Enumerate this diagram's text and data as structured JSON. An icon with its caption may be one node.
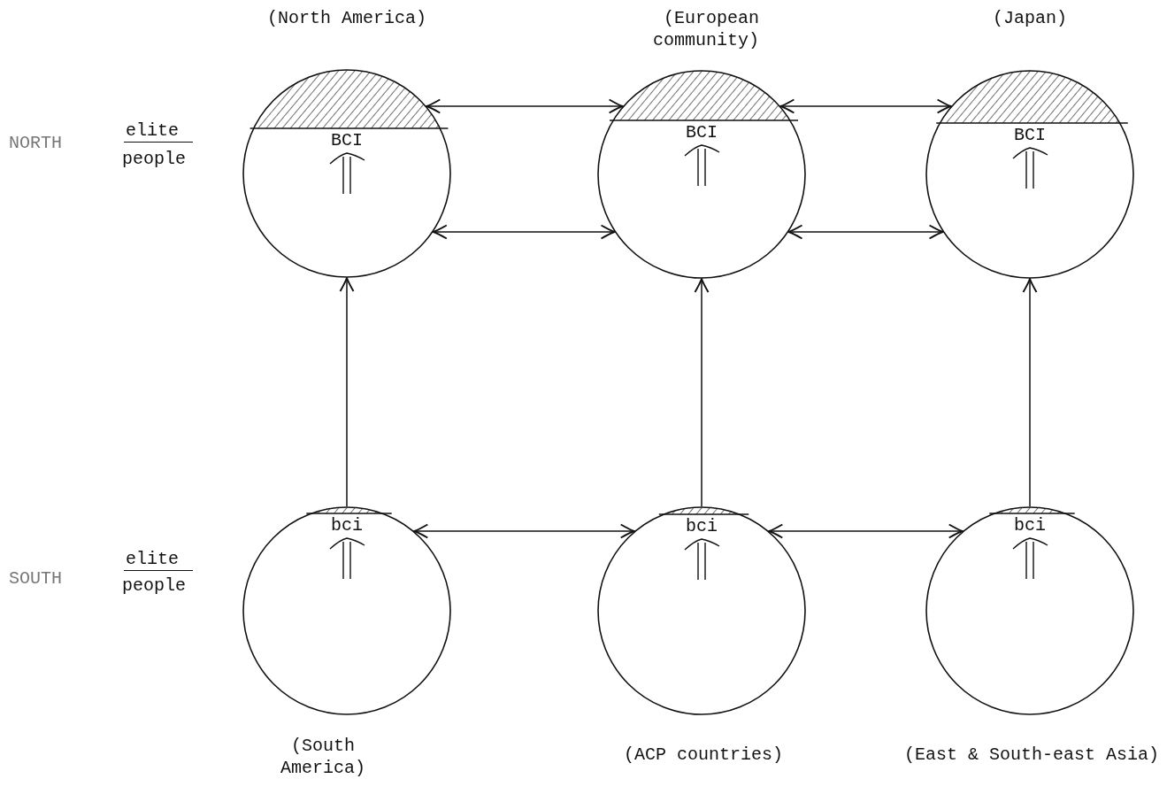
{
  "diagram": {
    "nodes": [
      {
        "text": [
          "BCI"
        ],
        "beside": [
          "(North America)"
        ]
      },
      {
        "text": [
          "BCI"
        ],
        "beside": [
          "(European community)"
        ]
      },
      {
        "text": [
          "BCI"
        ],
        "beside": [
          "(Japan)"
        ]
      },
      {
        "text": [
          "bci"
        ],
        "beside": [
          "(South America)"
        ]
      },
      {
        "text": [
          "bci"
        ],
        "beside": [
          "(ACP countries)"
        ]
      },
      {
        "text": [
          "bci"
        ],
        "beside": [
          "(East & South-east Asia)"
        ]
      }
    ],
    "edges": [
      {
        "from": 0,
        "to": 1,
        "arrow": "both"
      },
      {
        "from": 0,
        "to": 1,
        "arrow": "both"
      },
      {
        "from": 1,
        "to": 2,
        "arrow": "both"
      },
      {
        "from": 1,
        "to": 2,
        "arrow": "both"
      },
      {
        "from": 3,
        "to": 0,
        "arrow": "to"
      },
      {
        "from": 4,
        "to": 1,
        "arrow": "to"
      },
      {
        "from": 5,
        "to": 2,
        "arrow": "to"
      },
      {
        "from": 3,
        "to": 4,
        "arrow": "both"
      },
      {
        "from": 4,
        "to": 5,
        "arrow": "both"
      }
    ],
    "labels": [
      "NORTH",
      "elite",
      "people",
      "SOUTH",
      "elite",
      "people"
    ]
  }
}
